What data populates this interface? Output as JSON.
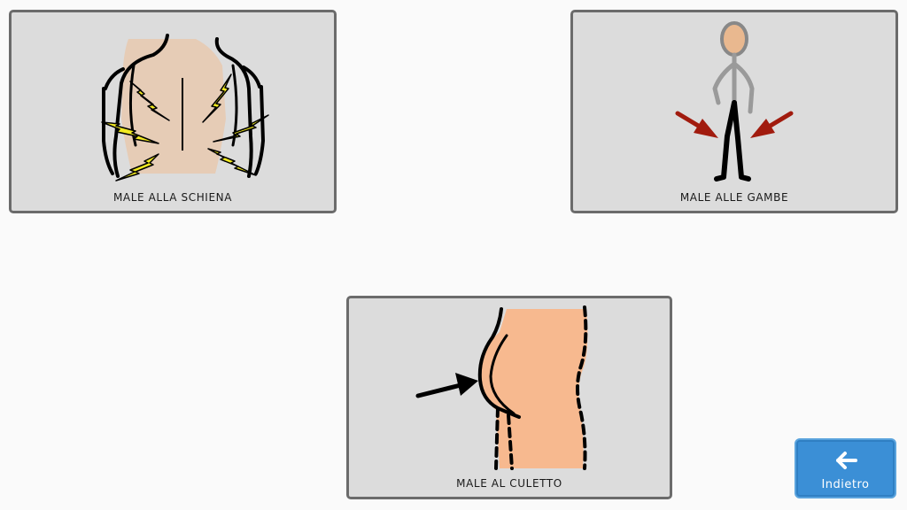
{
  "cards": [
    {
      "label": "MALE ALLA SCHIENA",
      "icon": "back-pain-pictogram"
    },
    {
      "label": "MALE ALLE GAMBE",
      "icon": "leg-pain-pictogram"
    },
    {
      "label": "MALE AL CULETTO",
      "icon": "bottom-pain-pictogram"
    }
  ],
  "back_button": {
    "label": "Indietro",
    "icon": "arrow-left-icon"
  },
  "colors": {
    "page_background": "#fafafa",
    "card_background": "#dcdcdc",
    "card_border": "#6b6b6b",
    "skin_back": "#e6ccb6",
    "skin_bottom": "#f7b98f",
    "lightning": "#f2ea22",
    "arrow_red": "#a11b0e",
    "button_blue": "#3b8fd6"
  }
}
